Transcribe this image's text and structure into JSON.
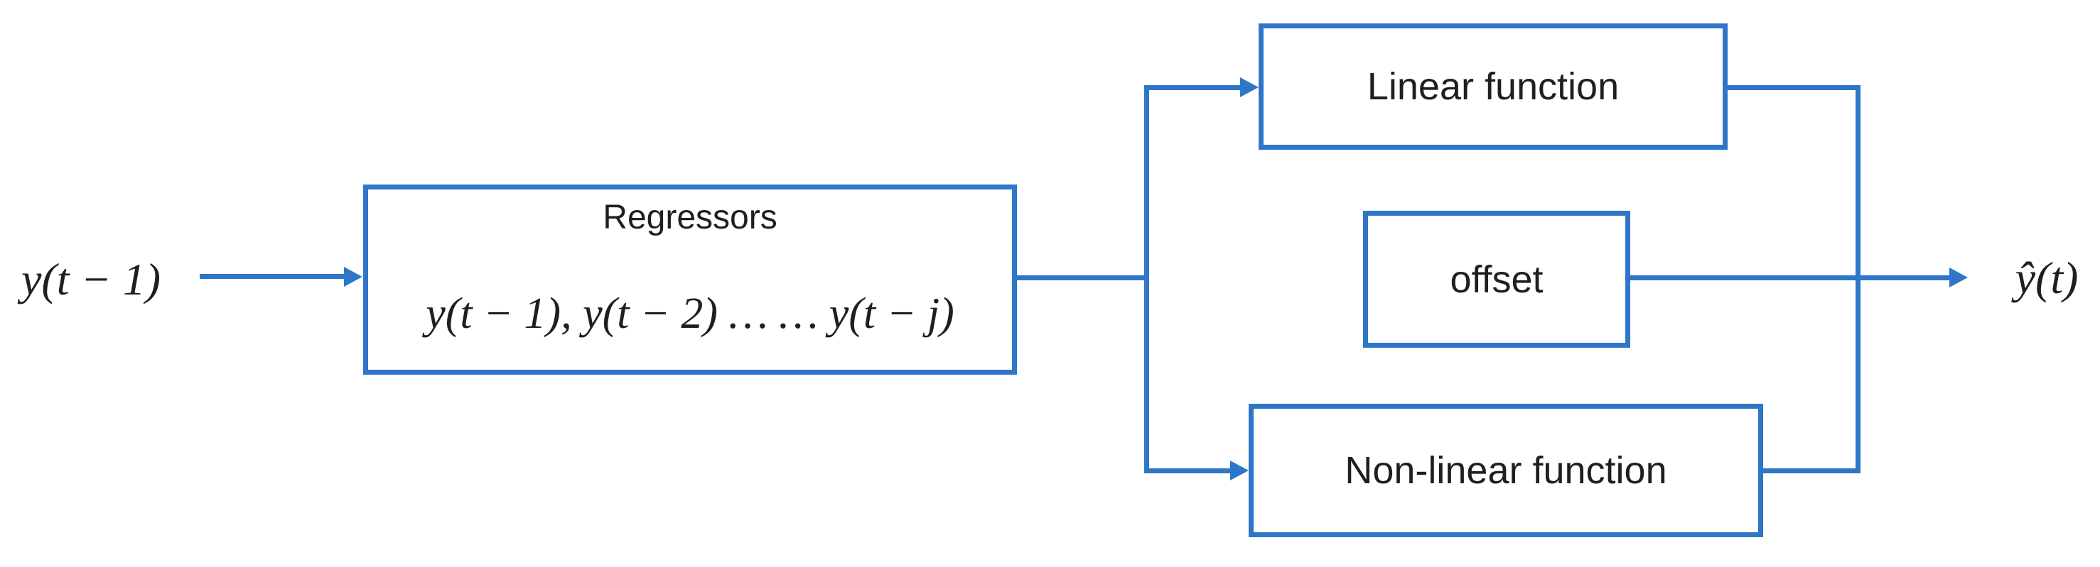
{
  "diagram": {
    "type": "block-diagram",
    "accent_color": "#2e76c8",
    "text_color": "#1f1f1f",
    "background_color": "#ffffff",
    "input_label": "y(t − 1)",
    "output_label": "ŷ(t)",
    "blocks": {
      "regressors": {
        "title": "Regressors",
        "formula": "y(t − 1), y(t − 2) … … y(t − j)"
      },
      "linear": {
        "label": "Linear function"
      },
      "offset": {
        "label": "offset"
      },
      "nonlinear": {
        "label": "Non-linear function"
      }
    }
  }
}
